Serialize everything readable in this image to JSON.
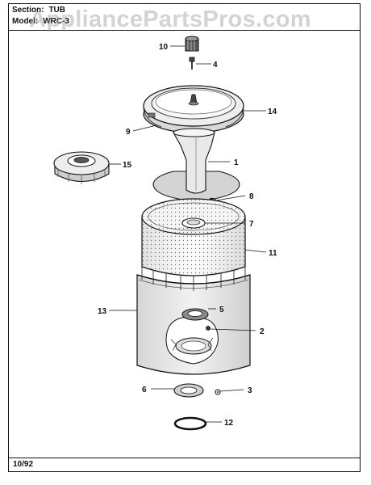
{
  "header": {
    "section_label": "Section:",
    "section_value": "TUB",
    "model_label": "Model:",
    "model_value": "WRC-3"
  },
  "watermark": "AppliancePartsPros.com",
  "footer": {
    "date": "10/92"
  },
  "callouts": {
    "c10": "10",
    "c4": "4",
    "c14": "14",
    "c9": "9",
    "c15": "15",
    "c1": "1",
    "c8": "8",
    "c7": "7",
    "c11": "11",
    "c13": "13",
    "c5": "5",
    "c2": "2",
    "c6": "6",
    "c3": "3",
    "c12": "12"
  }
}
